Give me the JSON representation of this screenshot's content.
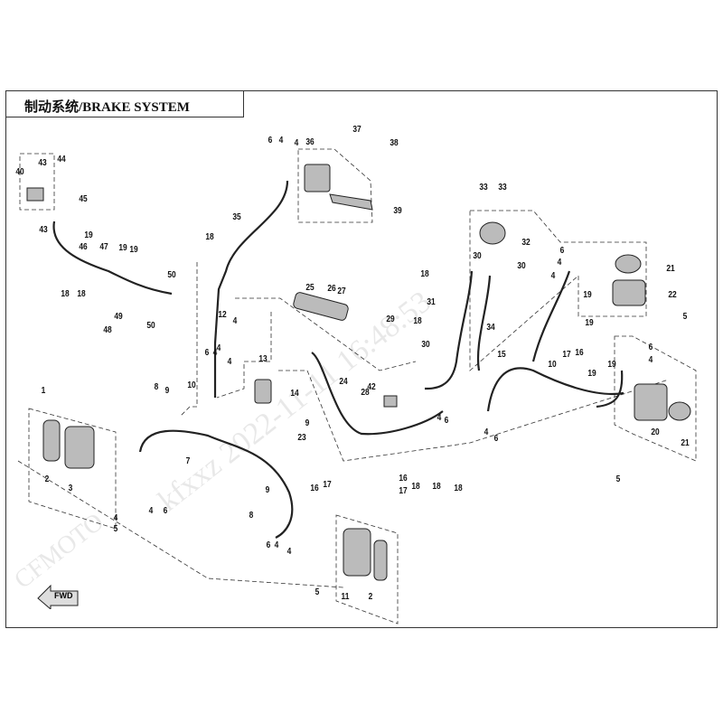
{
  "title": "制动系统/BRAKE SYSTEM",
  "watermarks": [
    "kfxxz 2022-11-11 16:48:53",
    "CFMOTO"
  ],
  "direction_arrow": "FWD",
  "callouts": [
    "40",
    "43",
    "44",
    "45",
    "43",
    "19",
    "46",
    "47",
    "19",
    "19",
    "18",
    "18",
    "50",
    "50",
    "49",
    "48",
    "6",
    "4",
    "4",
    "36",
    "37",
    "38",
    "39",
    "35",
    "18",
    "33",
    "33",
    "32",
    "30",
    "30",
    "18",
    "31",
    "18",
    "34",
    "25",
    "26",
    "27",
    "29",
    "30",
    "42",
    "28",
    "6",
    "4",
    "4",
    "21",
    "22",
    "5",
    "19",
    "19",
    "15",
    "10",
    "17",
    "16",
    "19",
    "19",
    "6",
    "4",
    "20",
    "21",
    "5",
    "12",
    "4",
    "13",
    "4",
    "4",
    "6",
    "4",
    "14",
    "10",
    "8",
    "9",
    "7",
    "1",
    "2",
    "3",
    "4",
    "5",
    "4",
    "6",
    "9",
    "23",
    "24",
    "4",
    "6",
    "4",
    "6",
    "16",
    "17",
    "16",
    "17",
    "18",
    "18",
    "18",
    "8",
    "9",
    "6",
    "4",
    "4",
    "5",
    "11",
    "2"
  ]
}
